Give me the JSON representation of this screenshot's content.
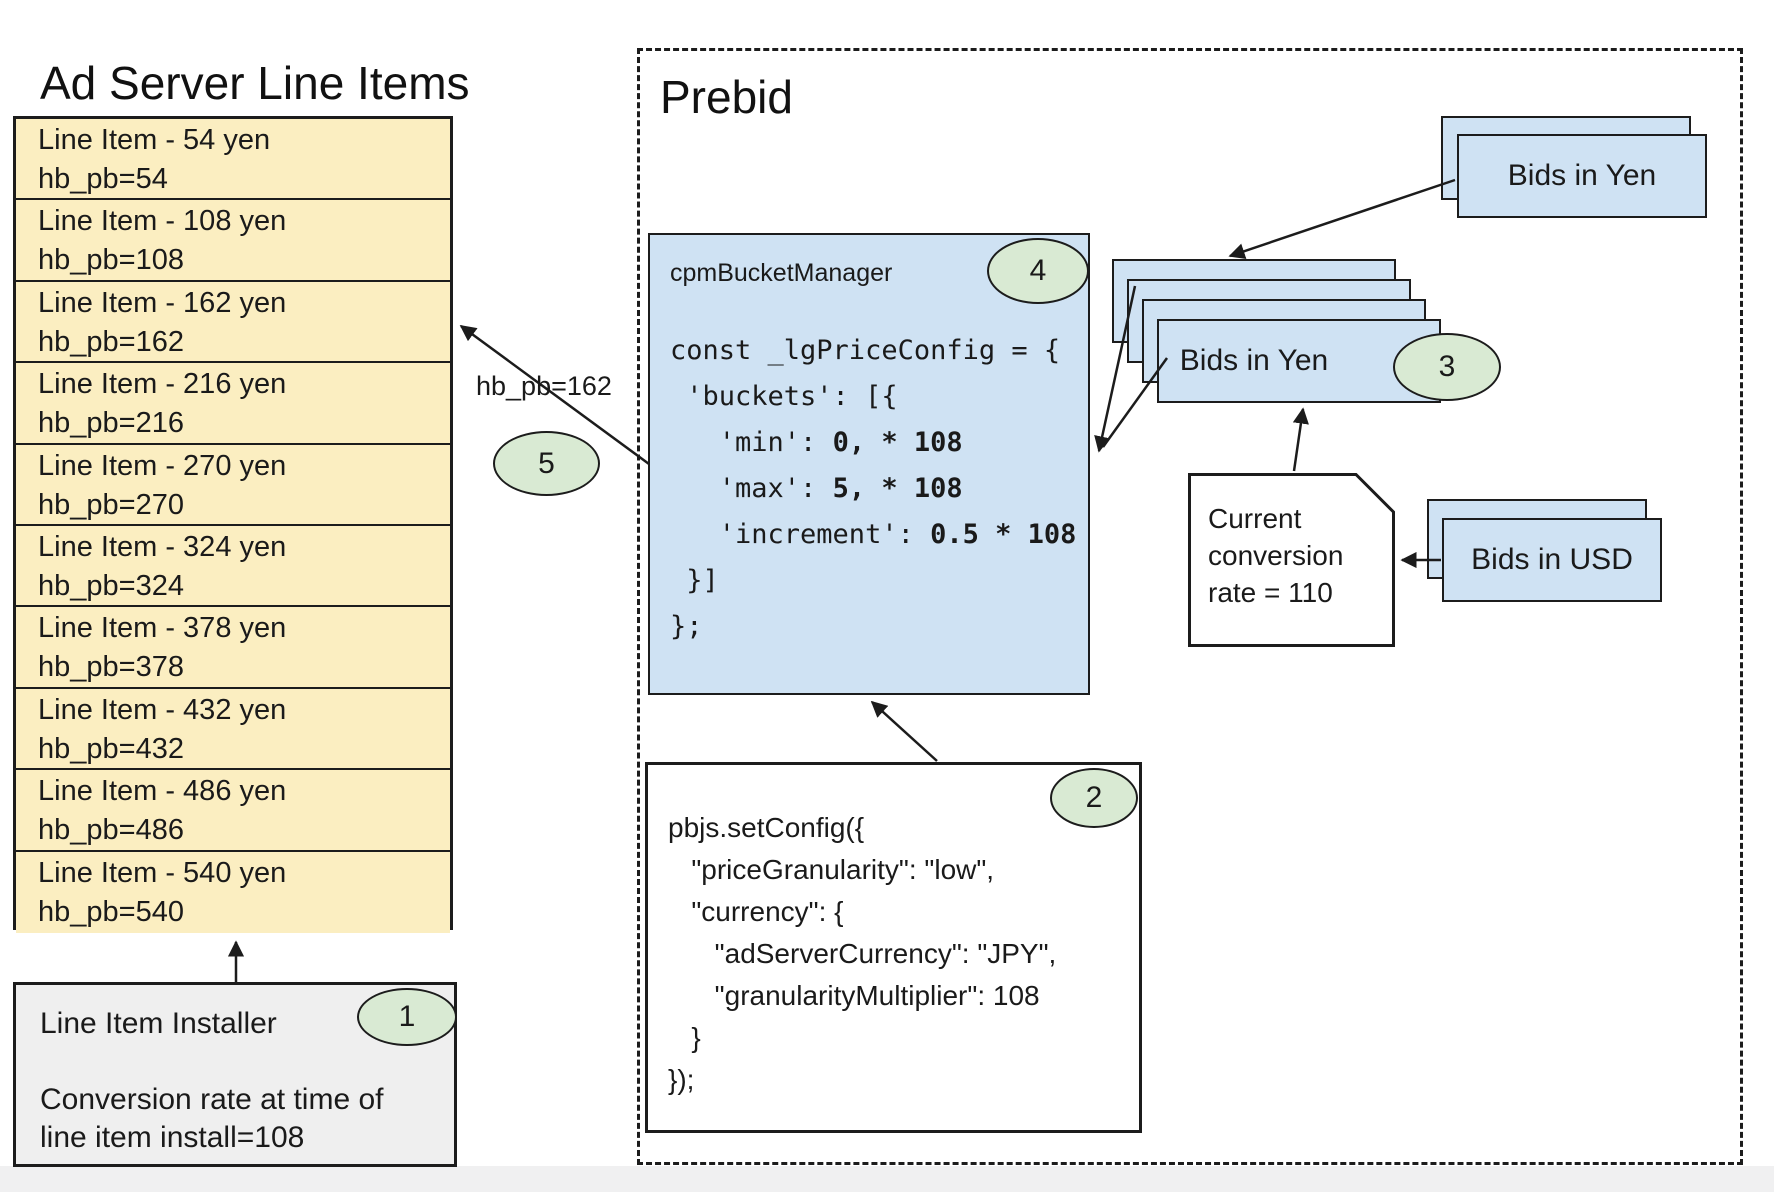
{
  "left_panel": {
    "title": "Ad Server Line Items",
    "line_items": [
      {
        "label": "Line Item - 54 yen",
        "key": "hb_pb=54"
      },
      {
        "label": "Line Item - 108 yen",
        "key": "hb_pb=108"
      },
      {
        "label": "Line Item - 162 yen",
        "key": "hb_pb=162"
      },
      {
        "label": "Line Item - 216 yen",
        "key": "hb_pb=216"
      },
      {
        "label": "Line Item - 270 yen",
        "key": "hb_pb=270"
      },
      {
        "label": "Line Item - 324 yen",
        "key": "hb_pb=324"
      },
      {
        "label": "Line Item - 378 yen",
        "key": "hb_pb=378"
      },
      {
        "label": "Line Item - 432 yen",
        "key": "hb_pb=432"
      },
      {
        "label": "Line Item - 486 yen",
        "key": "hb_pb=486"
      },
      {
        "label": "Line Item - 540 yen",
        "key": "hb_pb=540"
      }
    ],
    "installer": {
      "title": "Line Item Installer",
      "badge": "1",
      "note": "Conversion rate at time of line item install=108"
    }
  },
  "prebid": {
    "title": "Prebid",
    "cpm_bucket_manager": {
      "title": "cpmBucketManager",
      "badge": "4",
      "code": [
        [
          {
            "t": "const _lgPriceConfig = {"
          }
        ],
        [
          {
            "t": " 'buckets': [{"
          }
        ],
        [
          {
            "t": "   'min': "
          },
          {
            "t": "0, * 108",
            "b": true
          }
        ],
        [
          {
            "t": "   'max': "
          },
          {
            "t": "5, * 108",
            "b": true
          }
        ],
        [
          {
            "t": "   'increment': "
          },
          {
            "t": "0.5 * 108",
            "b": true
          }
        ],
        [
          {
            "t": " }]"
          }
        ],
        [
          {
            "t": "};"
          }
        ]
      ]
    },
    "set_config": {
      "badge": "2",
      "code": [
        "pbjs.setConfig({",
        "   \"priceGranularity\": \"low\",",
        "   \"currency\": {",
        "      \"adServerCurrency\": \"JPY\",",
        "      \"granularityMultiplier\": 108",
        "   }",
        "});"
      ]
    },
    "bids_in_yen_source": {
      "label": "Bids in Yen"
    },
    "bids_in_yen_stack": {
      "label": "Bids in Yen",
      "badge": "3"
    },
    "conversion_note": {
      "text": "Current conversion rate = 110"
    },
    "bids_in_usd": {
      "label": "Bids in USD"
    },
    "arrow_label": "hb_pb=162",
    "arrow_badge": "5"
  },
  "colors": {
    "card_blue": "#cfe2f3",
    "row_yellow": "#fbeec1",
    "badge_green": "#d9ead3",
    "installer_gray": "#efefef",
    "line_dark": "#1c1c1c"
  }
}
